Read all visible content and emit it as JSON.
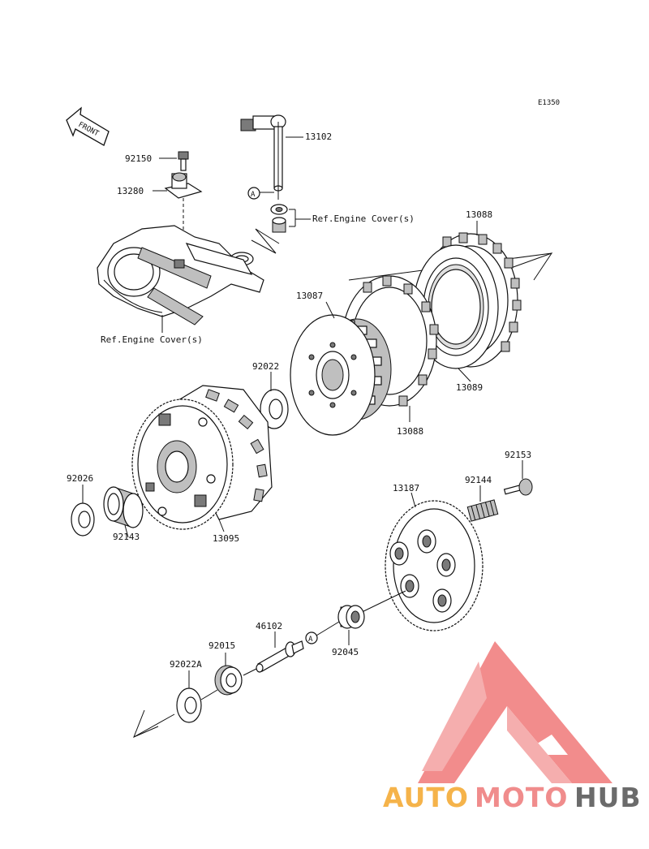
{
  "diagram_code": "E1350",
  "front_label": "FRONT",
  "callout_marker": "A",
  "ref_labels": {
    "upper": "Ref.Engine Cover(s)",
    "lower": "Ref.Engine Cover(s)"
  },
  "part_numbers": {
    "p13102": "13102",
    "p92150": "92150",
    "p13280": "13280",
    "p13088_top": "13088",
    "p13087": "13087",
    "p92022": "92022",
    "p13089": "13089",
    "p13088_bottom": "13088",
    "p92153": "92153",
    "p92144": "92144",
    "p13187": "13187",
    "p92026": "92026",
    "p92143": "92143",
    "p13095": "13095",
    "p46102": "46102",
    "p92015": "92015",
    "p92045": "92045",
    "p92022A": "92022A"
  },
  "watermark": {
    "part1": "AUTO",
    "part2": "MOTO",
    "part3": "HUB",
    "colors": {
      "auto": "#f5b34a",
      "moto": "#f08c8c",
      "hub": "#6b6b6b",
      "logo": "#f07878"
    }
  }
}
